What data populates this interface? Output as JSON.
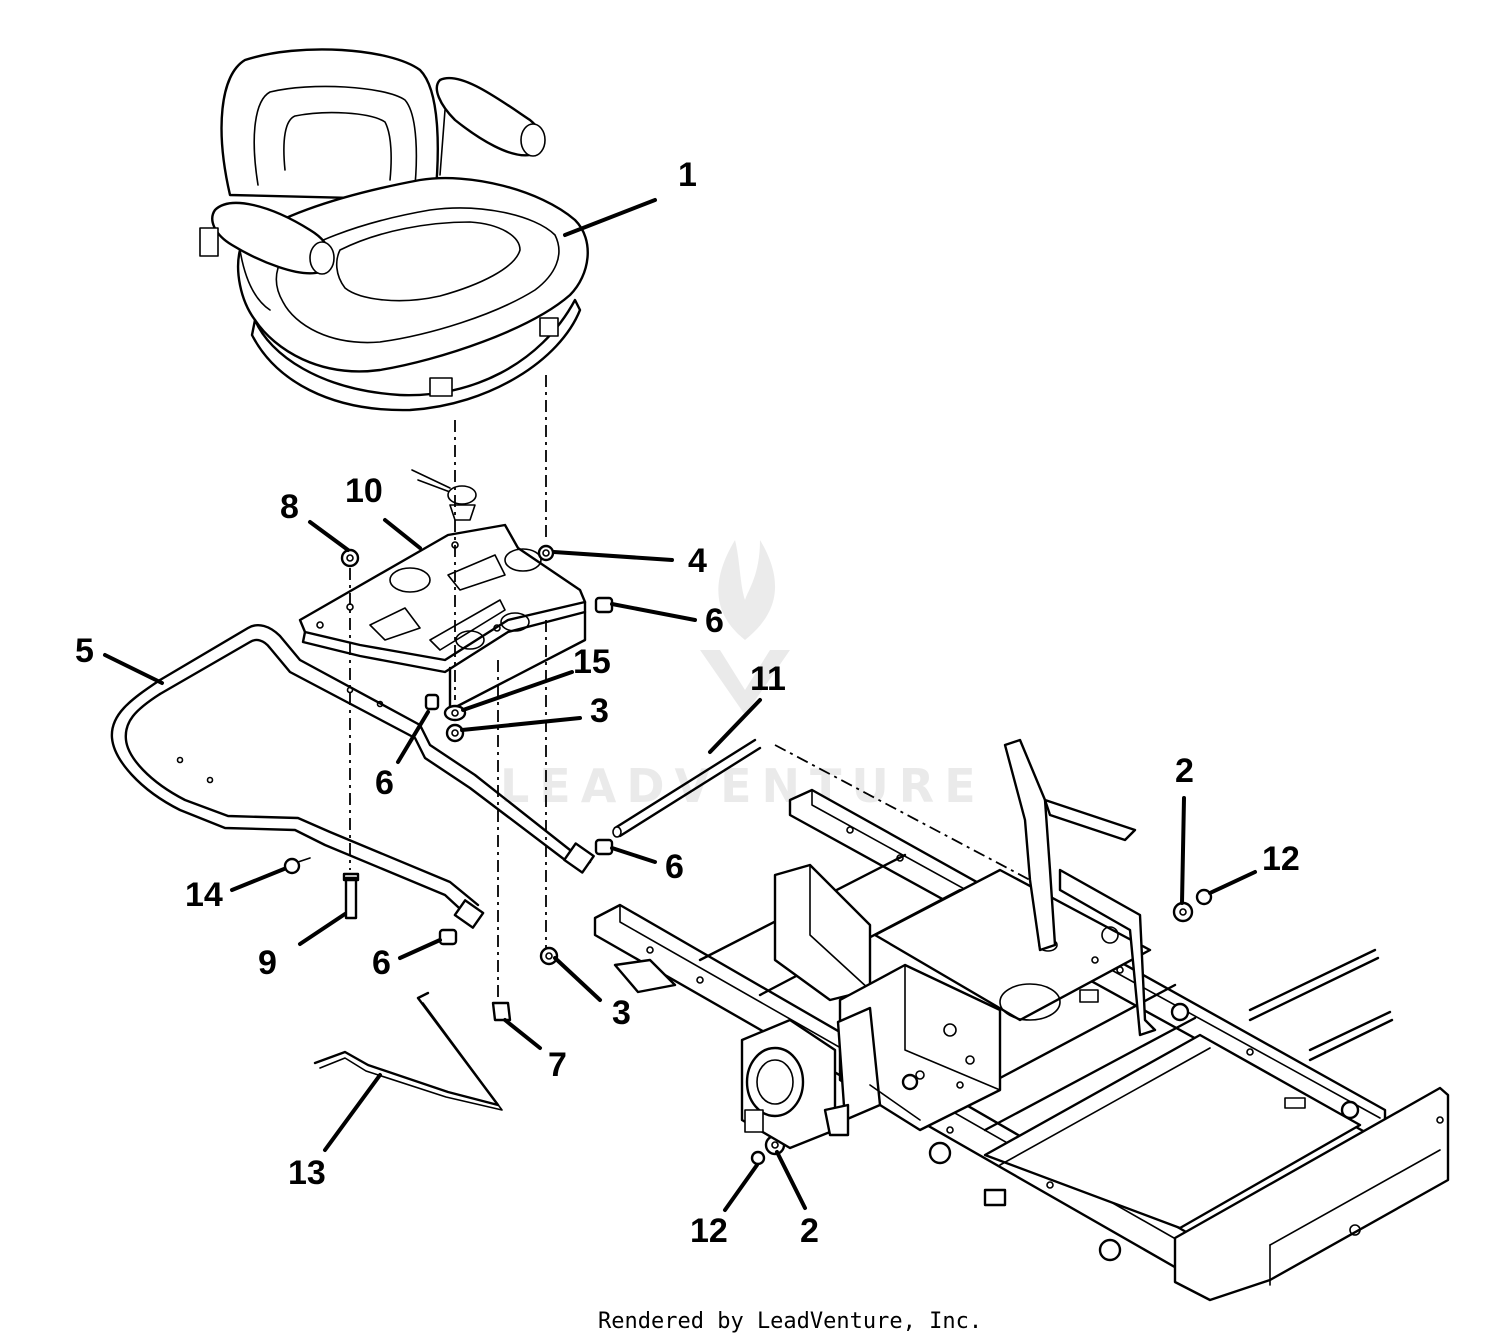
{
  "diagram": {
    "callouts": [
      {
        "id": "c1",
        "label": "1"
      },
      {
        "id": "c2a",
        "label": "2"
      },
      {
        "id": "c2b",
        "label": "2"
      },
      {
        "id": "c3a",
        "label": "3"
      },
      {
        "id": "c3b",
        "label": "3"
      },
      {
        "id": "c4",
        "label": "4"
      },
      {
        "id": "c5",
        "label": "5"
      },
      {
        "id": "c6a",
        "label": "6"
      },
      {
        "id": "c6b",
        "label": "6"
      },
      {
        "id": "c6c",
        "label": "6"
      },
      {
        "id": "c6d",
        "label": "6"
      },
      {
        "id": "c7",
        "label": "7"
      },
      {
        "id": "c8",
        "label": "8"
      },
      {
        "id": "c9",
        "label": "9"
      },
      {
        "id": "c10",
        "label": "10"
      },
      {
        "id": "c11",
        "label": "11"
      },
      {
        "id": "c12a",
        "label": "12"
      },
      {
        "id": "c12b",
        "label": "12"
      },
      {
        "id": "c13",
        "label": "13"
      },
      {
        "id": "c14",
        "label": "14"
      },
      {
        "id": "c15",
        "label": "15"
      }
    ],
    "watermark": "LEADVENTURE",
    "footer": "Rendered by LeadVenture, Inc."
  }
}
